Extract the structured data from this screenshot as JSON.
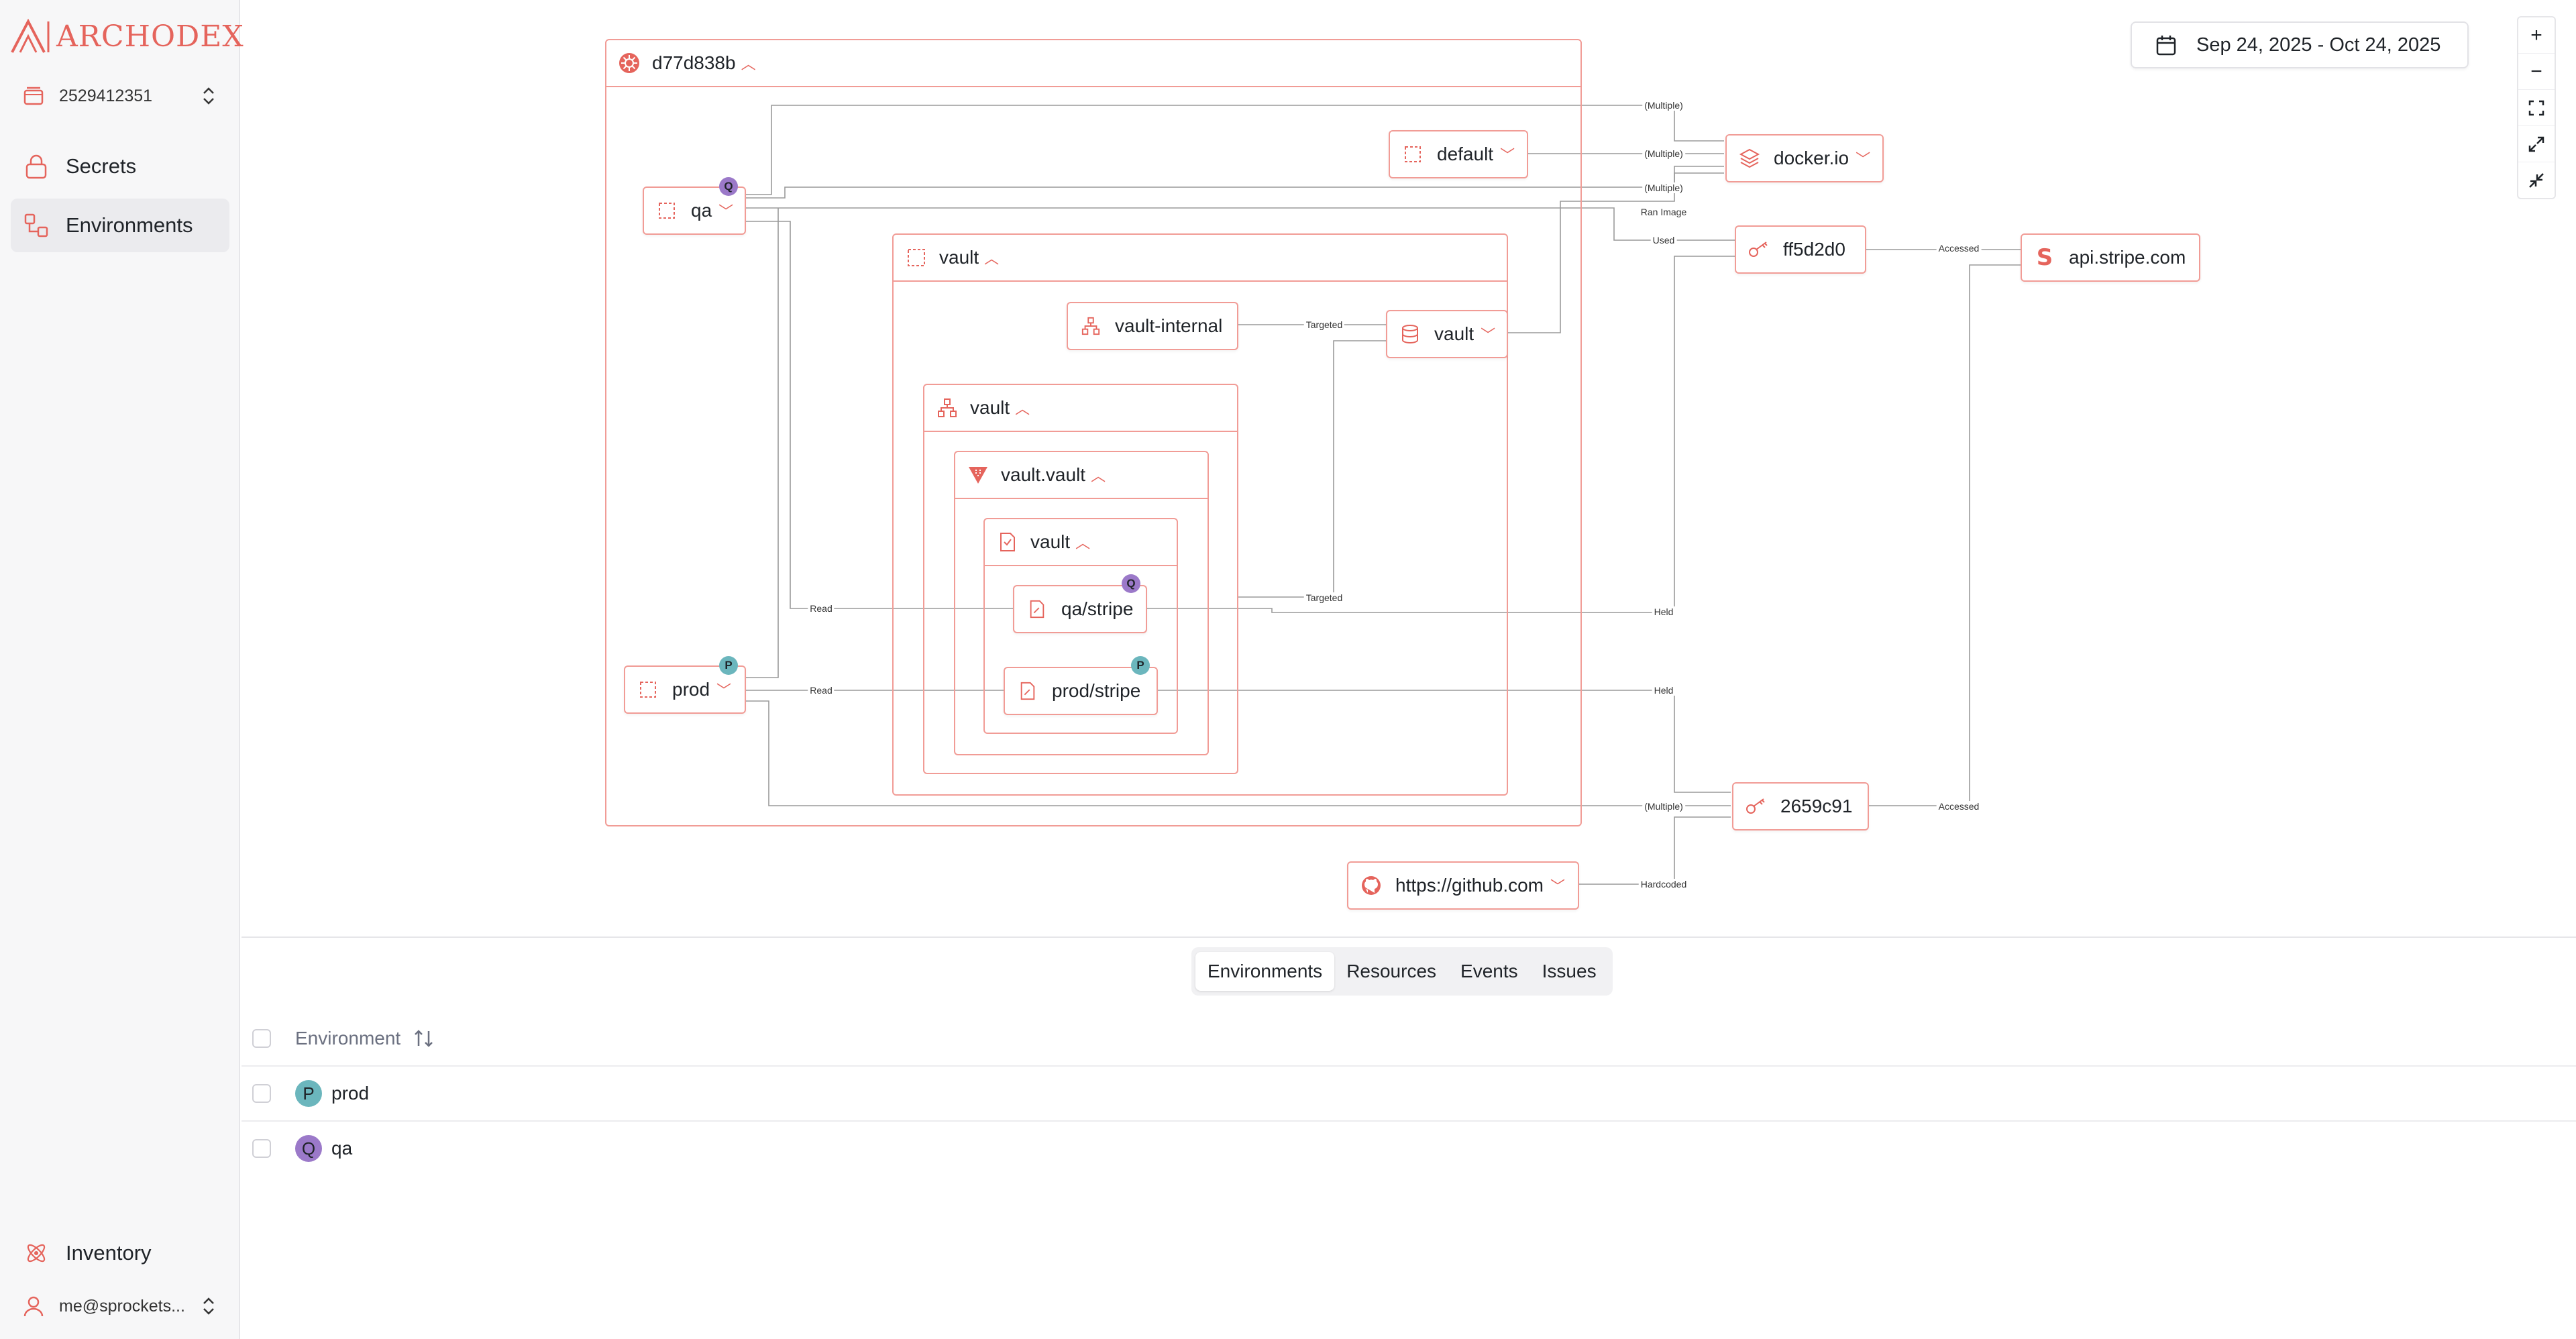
{
  "brand": {
    "name": "ARCHODEX",
    "color": "#e5645c"
  },
  "account": {
    "id": "2529412351",
    "icon": "account-stack-icon"
  },
  "sidebar": {
    "items": [
      {
        "label": "Secrets",
        "icon": "lock-icon",
        "active": false
      },
      {
        "label": "Environments",
        "icon": "environments-icon",
        "active": true
      }
    ],
    "bottom": {
      "label": "Inventory",
      "icon": "inventory-atom-icon"
    },
    "user": {
      "email": "me@sprockets...",
      "icon": "user-icon"
    }
  },
  "graph": {
    "groups": {
      "cluster": "d77d838b",
      "namespace_vault": "vault",
      "service_vault": "vault",
      "helm_release": "vault.vault",
      "secret_store": "vault"
    },
    "nodes": {
      "qa": "qa",
      "prod": "prod",
      "default": "default",
      "vault_internal": "vault-internal",
      "vault_db": "vault",
      "qa_stripe": "qa/stripe",
      "prod_stripe": "prod/stripe",
      "docker": "docker.io",
      "key_ff5": "ff5d2d0",
      "key_265": "2659c91",
      "stripe": "api.stripe.com",
      "github": "https://github.com"
    },
    "badges": {
      "q": "Q",
      "p": "P"
    },
    "edge_labels": {
      "multiple": "(Multiple)",
      "ran_image": "Ran Image",
      "used": "Used",
      "accessed": "Accessed",
      "targeted": "Targeted",
      "read": "Read",
      "held": "Held",
      "hardcoded": "Hardcoded"
    }
  },
  "date_range": {
    "label": "Sep 24, 2025 - Oct 24, 2025",
    "icon": "calendar-icon"
  },
  "zoom_controls": [
    "+",
    "−",
    "fit",
    "expand",
    "collapse"
  ],
  "tabs": [
    {
      "label": "Environments",
      "active": true
    },
    {
      "label": "Resources",
      "active": false
    },
    {
      "label": "Events",
      "active": false
    },
    {
      "label": "Issues",
      "active": false
    }
  ],
  "table": {
    "header": "Environment",
    "rows": [
      {
        "badge": "P",
        "name": "prod",
        "color": "#6bb6bd"
      },
      {
        "badge": "Q",
        "name": "qa",
        "color": "#9b79c9"
      }
    ]
  }
}
